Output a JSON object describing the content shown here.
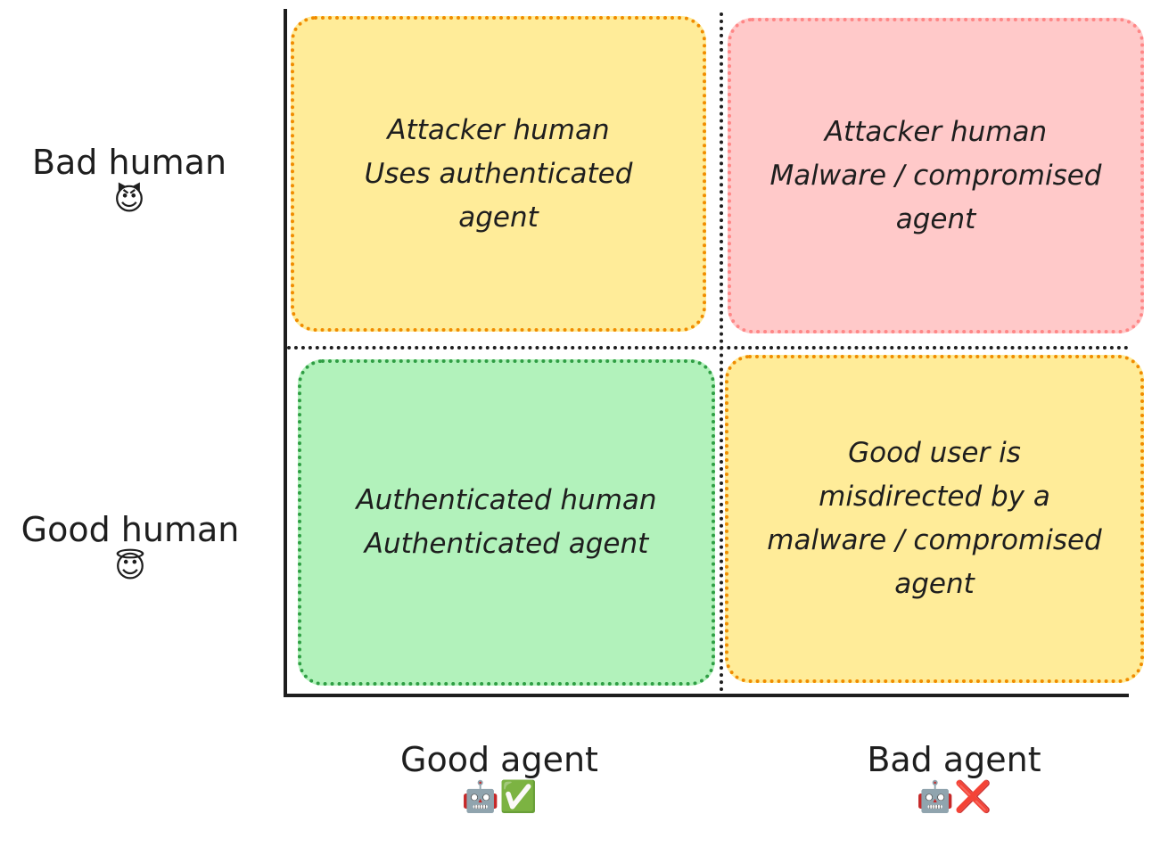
{
  "rows": [
    {
      "label": "Bad human",
      "emoji": "😈",
      "emoji_name": "smiling-imp"
    },
    {
      "label": "Good human",
      "emoji": "😇",
      "emoji_name": "halo-face"
    }
  ],
  "columns": [
    {
      "label": "Good agent",
      "emoji": "🤖✅",
      "emoji_name": "robot-check"
    },
    {
      "label": "Bad agent",
      "emoji": "🤖❌",
      "emoji_name": "robot-cross"
    }
  ],
  "quadrants": {
    "top_left": [
      "Attacker human",
      "Uses authenticated",
      "agent"
    ],
    "top_right": [
      "Attacker human",
      "Malware / compromised",
      "agent"
    ],
    "bottom_left": [
      "Authenticated human",
      "Authenticated agent"
    ],
    "bottom_right": [
      "Good user is",
      "misdirected by a",
      "malware / compromised",
      "agent"
    ]
  },
  "colors": {
    "yellow": "#ffec99",
    "red": "#ffc9c9",
    "green": "#b2f2bb"
  }
}
